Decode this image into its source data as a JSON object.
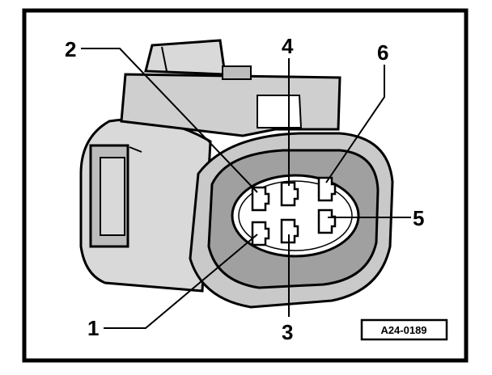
{
  "diagram": {
    "reference_code": "A24-0189",
    "pin_labels": [
      {
        "id": "pin-1",
        "text": "1"
      },
      {
        "id": "pin-2",
        "text": "2"
      },
      {
        "id": "pin-3",
        "text": "3"
      },
      {
        "id": "pin-4",
        "text": "4"
      },
      {
        "id": "pin-5",
        "text": "5"
      },
      {
        "id": "pin-6",
        "text": "6"
      }
    ],
    "colors": {
      "ink": "#000000",
      "body_fill": "#d9d9d9",
      "face_fill": "#a0a0a0",
      "background": "#ffffff"
    }
  }
}
